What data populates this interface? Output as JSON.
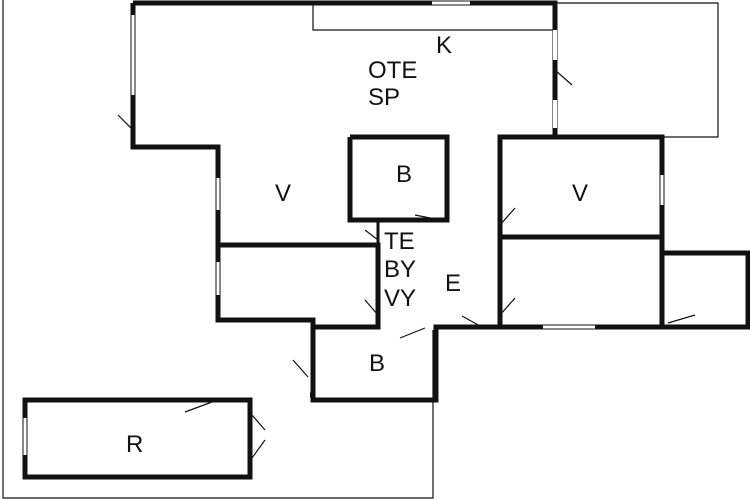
{
  "labels": {
    "kitchen": "K",
    "ote": "OTE",
    "sp": "SP",
    "room_v_left": "V",
    "bath_top": "B",
    "room_v_right": "V",
    "hall_te": "TE",
    "hall_by": "BY",
    "hall_vy": "VY",
    "hall_e": "E",
    "bath_bottom": "B",
    "room_r": "R"
  },
  "colors": {
    "wall": "#111111",
    "background": "#ffffff"
  }
}
